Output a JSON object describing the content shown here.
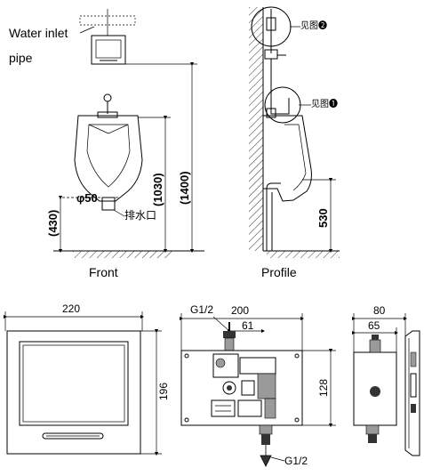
{
  "labels": {
    "water_inlet_line1": "Water inlet",
    "water_inlet_line2": "pipe",
    "front": "Front",
    "profile": "Profile",
    "see_fig_2": "见图❷",
    "see_fig_1": "见图❶",
    "drain_outlet": "排水口",
    "phi50": "φ50"
  },
  "dimensions": {
    "front_height_total": "(1400)",
    "front_height_mid": "(1030)",
    "front_height_low": "(430)",
    "profile_height": "530",
    "panel_width": "220",
    "panel_height": "196",
    "valve_width": "200",
    "valve_offset": "61",
    "valve_height": "128",
    "inlet_thread": "G1/2",
    "outlet_thread": "G1/2",
    "side_depth_outer": "80",
    "side_depth_inner": "65"
  },
  "colors": {
    "line": "#000000",
    "hatch": "#000000",
    "component_grey": "#9a9a9a"
  }
}
